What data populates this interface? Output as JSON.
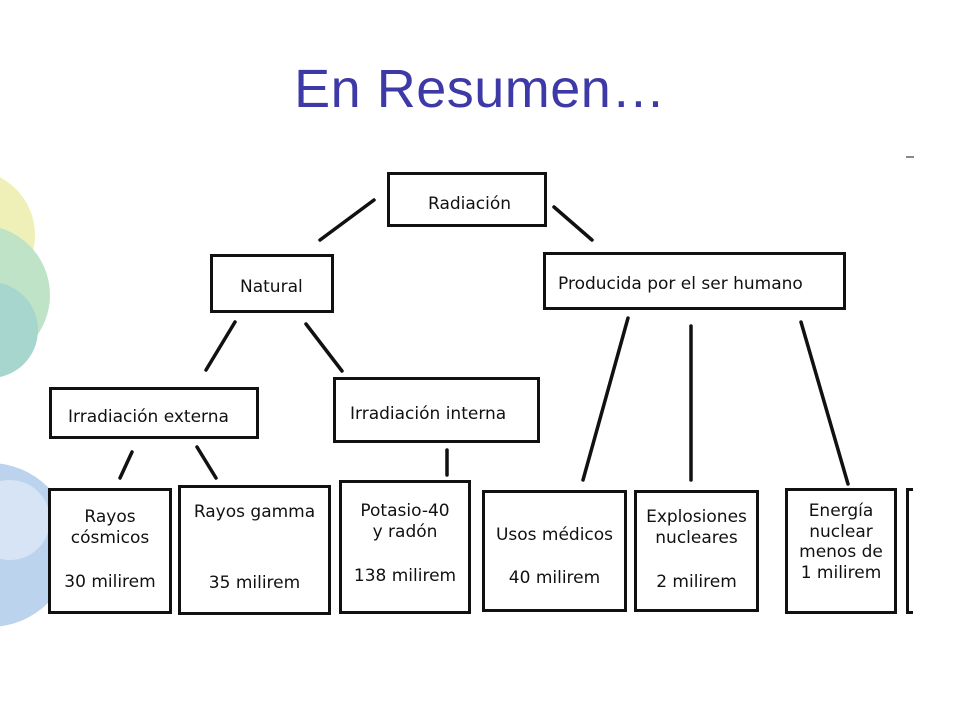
{
  "slide": {
    "title": "En Resumen…"
  },
  "diagram": {
    "root": "Radiación",
    "natural": "Natural",
    "human": "Producida por el ser humano",
    "external": "Irradiación externa",
    "internal": "Irradiación interna",
    "leaves": {
      "cosmic": {
        "name_line1": "Rayos",
        "name_line2": "cósmicos",
        "dose": "30 milirem"
      },
      "gamma": {
        "name": "Rayos gamma",
        "dose": "35 milirem"
      },
      "potassium": {
        "name_line1": "Potasio-40",
        "name_line2": "y radón",
        "dose": "138 milirem"
      },
      "medical": {
        "name": "Usos médicos",
        "dose": "40 milirem"
      },
      "explosions": {
        "name_line1": "Explosiones",
        "name_line2": "nucleares",
        "dose": "2 milirem"
      },
      "nuclear_energy": {
        "line1": "Energía",
        "line2": "nuclear",
        "line3": "menos de",
        "line4": "1 milirem"
      }
    }
  },
  "colors": {
    "title": "#3d3aa7",
    "deco_yellow": "#eef0b8",
    "deco_green": "#bfe3c6",
    "deco_teal": "#a7d6cf",
    "deco_blue": "#bcd3ee"
  }
}
